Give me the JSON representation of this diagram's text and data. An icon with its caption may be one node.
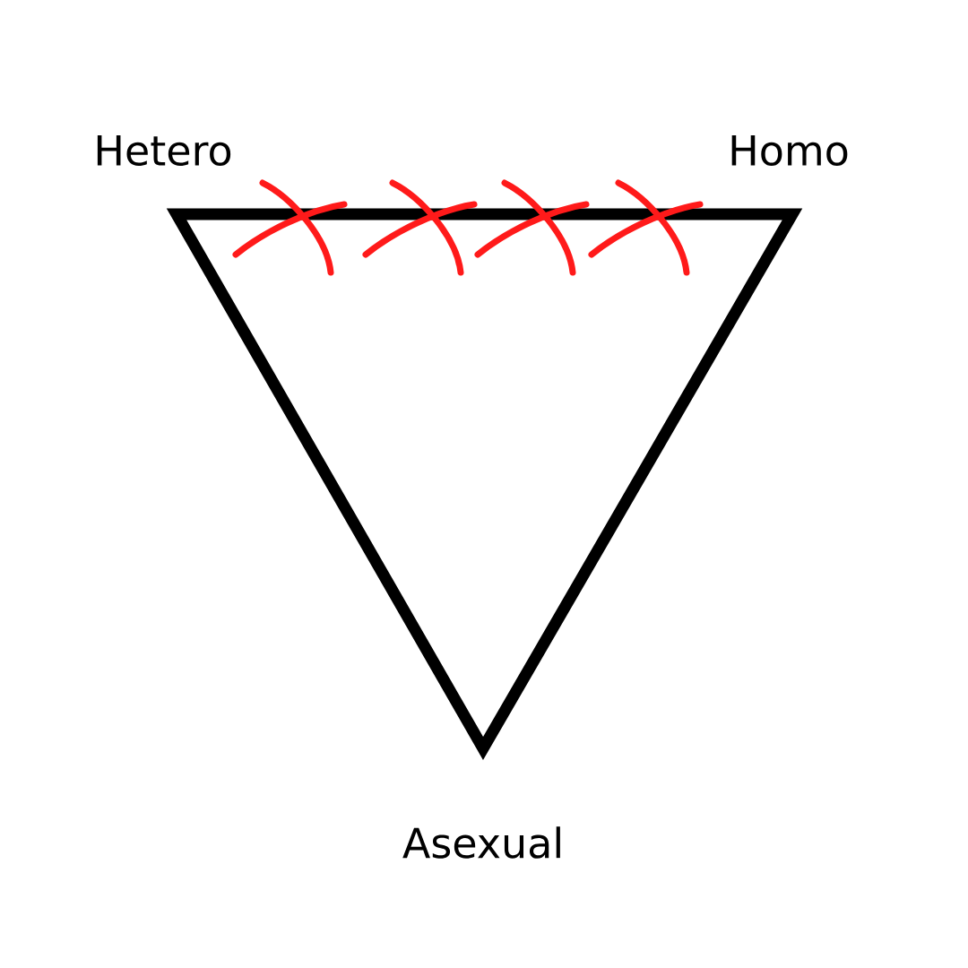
{
  "diagram": {
    "labels": [
      "Hetero",
      "Homo",
      "Asexual"
    ]
  }
}
